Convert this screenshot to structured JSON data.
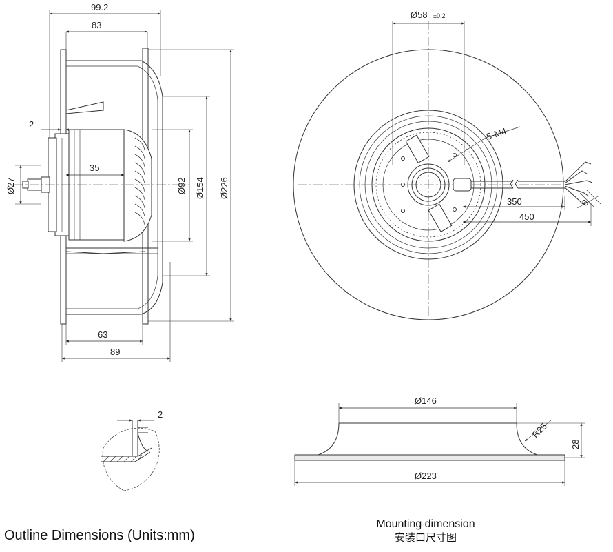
{
  "side_view": {
    "dim_overall_depth": "99.2",
    "dim_inlet_depth": "83",
    "dim_flange": "2",
    "dim_shaft": "Ø27",
    "dim_motor_offset": "35",
    "dim_hub": "Ø92",
    "dim_inlet": "Ø154",
    "dim_outer": "Ø226",
    "dim_bottom_inner": "63",
    "dim_bottom_outer": "89"
  },
  "front_view": {
    "dim_center": "Ø58",
    "dim_center_tol": "±0.2",
    "dim_holes": "5-M4",
    "dim_cable_350": "350",
    "dim_cable_450": "450",
    "dim_strip": "6"
  },
  "detail_view": {
    "dim_thickness": "2"
  },
  "mounting_view": {
    "dim_top": "Ø146",
    "dim_radius": "R25",
    "dim_height": "28",
    "dim_bottom": "Ø223"
  },
  "captions": {
    "outline": "Outline Dimensions (Units:mm)",
    "mounting_en": "Mounting dimension",
    "mounting_cn": "安装口尺寸图"
  }
}
